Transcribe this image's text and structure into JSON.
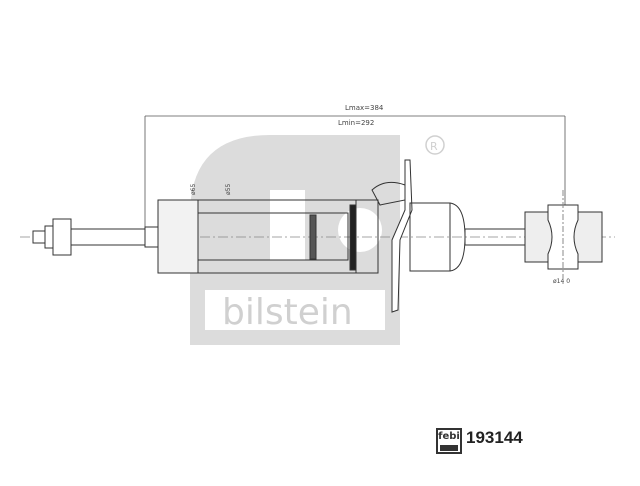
{
  "drawing": {
    "dimension_max": "Lmax=384",
    "dimension_min": "Lmin=292",
    "diameter_outer": "ø65",
    "diameter_inner": "ø55",
    "diameter_bushing": "ø14 0"
  },
  "watermark": {
    "brand_top": "febi",
    "brand_bottom": "bilstein",
    "registered": "®",
    "color": "#d9d9d9"
  },
  "footer": {
    "logo_text": "febi",
    "part_number": "193144"
  }
}
